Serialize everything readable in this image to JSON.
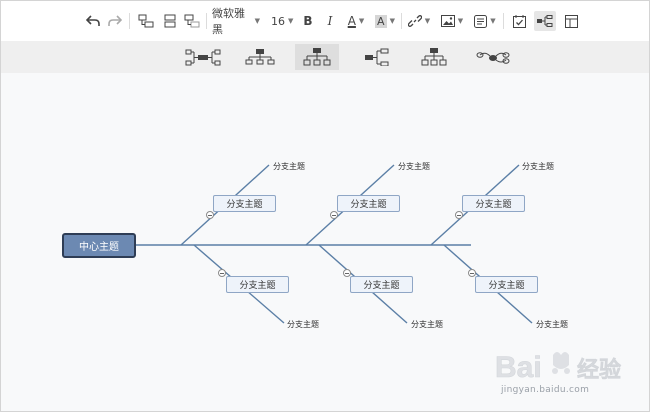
{
  "toolbar": {
    "font_family": "微软雅黑",
    "font_size": "16",
    "bold_label": "B",
    "italic_label": "I",
    "font_color_label": "A",
    "highlight_label": "A"
  },
  "layouts": [
    "logic-right",
    "org-down",
    "fishbone",
    "logic-tree",
    "tree-org",
    "timeline-wave"
  ],
  "mindmap": {
    "root": "中心主题",
    "branch_label": "分支主题",
    "leaf_label": "分支主题"
  },
  "colors": {
    "root_fill": "#6c89b2",
    "root_border": "#2e3d55",
    "branch_fill": "#eef3fa",
    "line": "#5b7fa6"
  },
  "watermark": {
    "text": "Bai 经验",
    "url_text": "jingyan.baidu.com"
  }
}
